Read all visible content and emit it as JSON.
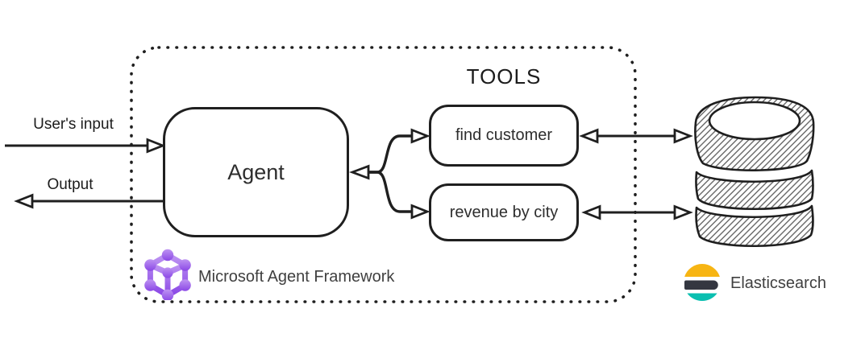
{
  "diagram": {
    "io": {
      "users_input": "User's input",
      "output": "Output"
    },
    "agent": {
      "label": "Agent"
    },
    "tools": {
      "title": "TOOLS",
      "items": [
        {
          "label": "find customer"
        },
        {
          "label": "revenue by city"
        }
      ]
    },
    "framework": {
      "name": "Microsoft Agent Framework",
      "icon": "agent-framework-cube-icon",
      "accent_color": "#9a5ce8"
    },
    "datastore": {
      "name": "Elasticsearch",
      "icon": "elasticsearch-logo-icon",
      "sketch": "database-cylinder-sketch",
      "colors": {
        "yellow": "#f7b513",
        "dark": "#343741",
        "teal": "#0abfb0"
      }
    },
    "style": {
      "line_color": "#1f1f1f",
      "text_color": "#2e2e2e"
    }
  }
}
